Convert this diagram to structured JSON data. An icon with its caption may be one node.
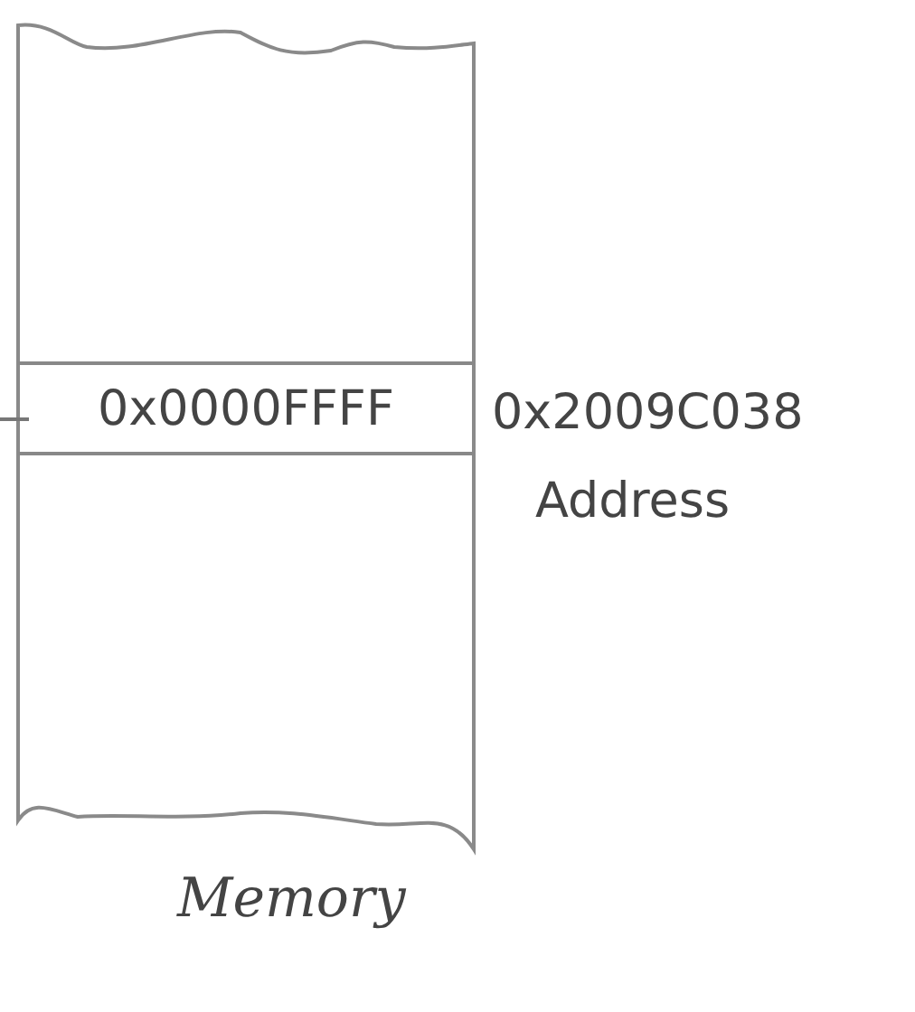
{
  "diagram": {
    "nodes": [
      {
        "text": [],
        "shape": "box",
        "beside": [
          "Memory"
        ]
      },
      {
        "text": [
          "0x0000FFFF"
        ],
        "in": 0
      }
    ],
    "labels": [
      "0x2009C038",
      "Address"
    ]
  }
}
